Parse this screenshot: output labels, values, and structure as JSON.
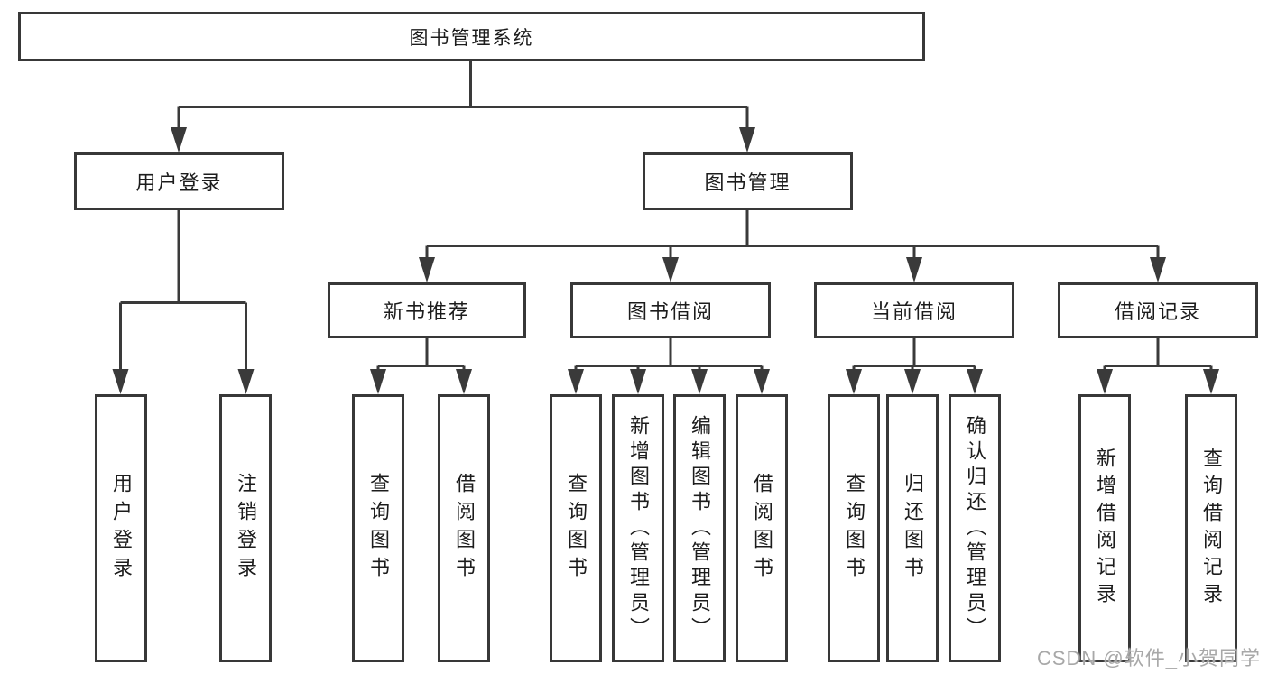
{
  "nodes": {
    "root": "图书管理系统",
    "user_login": "用户登录",
    "book_management": "图书管理",
    "new_book_recommend": "新书推荐",
    "book_borrow": "图书借阅",
    "current_borrow": "当前借阅",
    "borrow_record": "借阅记录",
    "user_login_leaf": "用户登录",
    "logout_leaf": "注销登录",
    "nbr_query_book": "查询图书",
    "nbr_borrow_book": "借阅图书",
    "bb_query_book": "查询图书",
    "bb_add_book": "新增图书（管理员）",
    "bb_edit_book": "编辑图书（管理员）",
    "bb_borrow_book": "借阅图书",
    "cb_query_book": "查询图书",
    "cb_return_book": "归还图书",
    "cb_confirm_return": "确认归还（管理员）",
    "br_add_record": "新增借阅记录",
    "br_query_record": "查询借阅记录"
  },
  "watermark": "CSDN @软件_小贺同学",
  "colors": {
    "line": "#3a3a3a",
    "text": "#1c1c1c",
    "watermark": "#a8a8a8"
  }
}
